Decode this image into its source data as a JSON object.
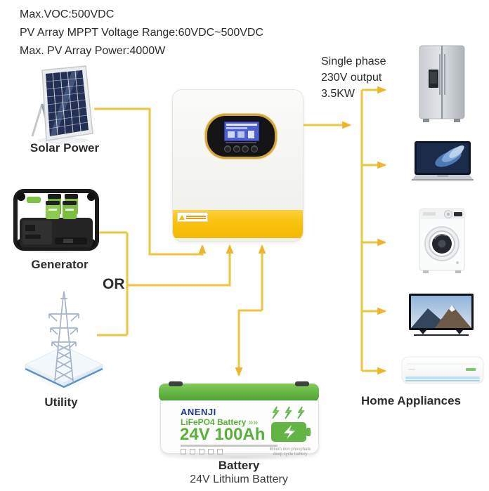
{
  "specs": {
    "line1": "Max.VOC:500VDC",
    "line2": "PV Array MPPT Voltage Range:60VDC~500VDC",
    "line3": "Max. PV Array Power:4000W"
  },
  "sources": {
    "solar": "Solar Power",
    "generator": "Generator",
    "or": "OR",
    "utility": "Utility"
  },
  "inverter_output": {
    "line1": "Single phase",
    "line2": "230V output",
    "line3": "3.5KW"
  },
  "appliances": {
    "label": "Home Appliances",
    "icons": [
      "refrigerator-icon",
      "laptop-icon",
      "washing-machine-icon",
      "tv-icon",
      "air-conditioner-icon"
    ]
  },
  "battery": {
    "brand": "ANENJI",
    "product": "LiFePO4 Battery",
    "chevrons": "»»",
    "capacity": "24V 100Ah",
    "tagline1": "lithium iron phosphate",
    "tagline2": "deep cycle battery",
    "label": "Battery",
    "sublabel": "24V Lithium Battery"
  },
  "colors": {
    "wire": "#eec63d",
    "arrow": "#f0b42a",
    "inverter_band": "#f8c20d",
    "battery_green": "#65b845",
    "brand_navy": "#1d3c8f",
    "text": "#2b2b2b"
  }
}
